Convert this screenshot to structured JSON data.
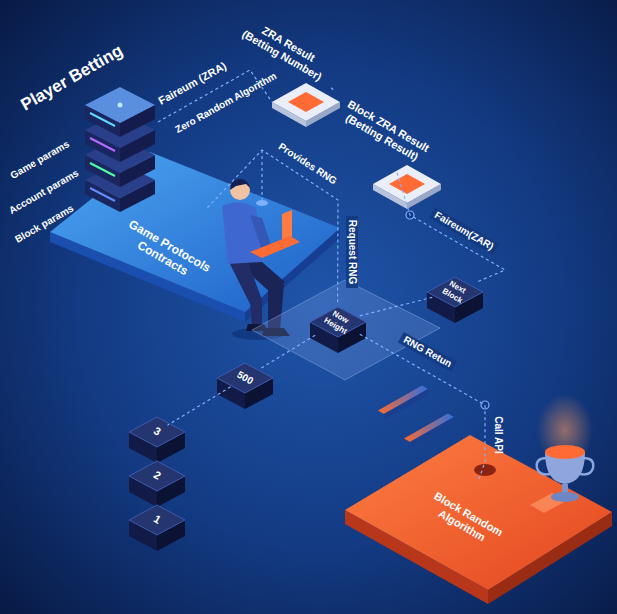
{
  "diagram": {
    "title": "Player Betting",
    "nodes": [
      {
        "text": [
          "Game Protocols Contracts"
        ]
      },
      {
        "text": [
          "ZRA Result (Betting Number)"
        ]
      },
      {
        "text": [
          "Block ZRA Result (Betting Result)"
        ]
      },
      {
        "text": [
          "Next Block"
        ]
      },
      {
        "text": [
          "Now Height"
        ]
      },
      {
        "text": [
          "500"
        ]
      },
      {
        "text": [
          "3"
        ]
      },
      {
        "text": [
          "2"
        ]
      },
      {
        "text": [
          "1"
        ]
      },
      {
        "text": [
          "Block Random Algorithm"
        ]
      }
    ],
    "edges": [
      {
        "from": 1,
        "to": 2,
        "arrow": "none"
      },
      {
        "from": 2,
        "to": 3,
        "label": "Faireum(ZAR)",
        "arrow": "none"
      },
      {
        "from": 0,
        "to": 4,
        "label": "Request RNG",
        "arrow": "none"
      },
      {
        "from": 4,
        "to": 3,
        "arrow": "none"
      },
      {
        "from": 4,
        "to": 5,
        "arrow": "none"
      },
      {
        "from": 5,
        "to": 6,
        "arrow": "none"
      },
      {
        "from": 4,
        "to": 9,
        "label": "RNG Retun",
        "arrow": "none"
      }
    ],
    "labels": [
      "Faireum (ZRA)",
      "Zero Random Algorithm",
      "Game params",
      "Account params",
      "Block params",
      "Provides RNG",
      "Call API"
    ]
  }
}
